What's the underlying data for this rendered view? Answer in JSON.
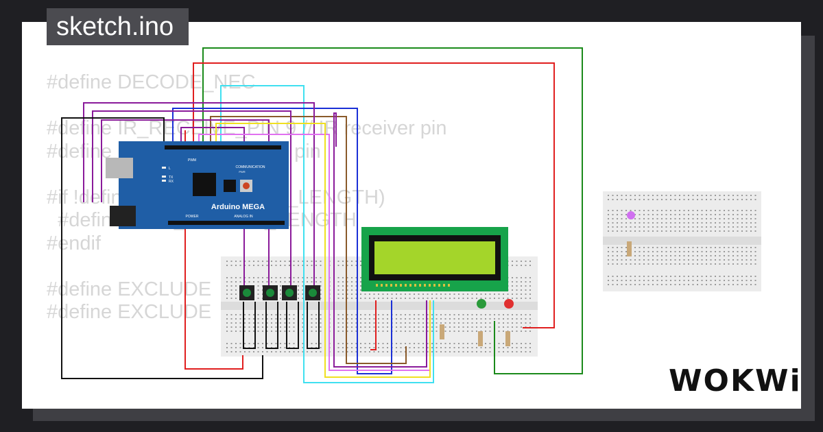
{
  "header": {
    "file_name": "sketch.ino"
  },
  "code_lines": [
    "#define DECODE_NEC",
    "",
    "#define IR_RECEIVE_PIN 9 // IR receiver pin",
    "#define LED_PIN 13 // LED pin",
    "",
    "#if !defined(RAW_BUFFER_LENGTH)",
    "  #define RAW_BUFFER_LENGTH",
    "#endif",
    "",
    "#define EXCLUDE",
    "#define EXCLUDE"
  ],
  "board": {
    "label": "Arduino MEGA",
    "pwm_label": "PWM",
    "comm_label": "COMMUNICATION",
    "power_label": "POWER",
    "analog_label": "ANALOG IN",
    "pwr_label": "PWR",
    "led_l": "L",
    "led_tx": "TX",
    "led_rx": "RX"
  },
  "brand": {
    "logo": "WOKWi"
  },
  "colors": {
    "board": "#1f5ea6",
    "lcd_frame": "#17a34a",
    "lcd_screen": "#a4d52a",
    "wire_red": "#e01e1e",
    "wire_green": "#1a8a1a",
    "wire_blue": "#1a2fd6",
    "wire_purple": "#8a1a9a",
    "wire_cyan": "#3fe0f0",
    "wire_yellow": "#f0e020",
    "wire_pink": "#e070f0",
    "wire_brown": "#8a5a2a",
    "wire_black": "#111111"
  }
}
